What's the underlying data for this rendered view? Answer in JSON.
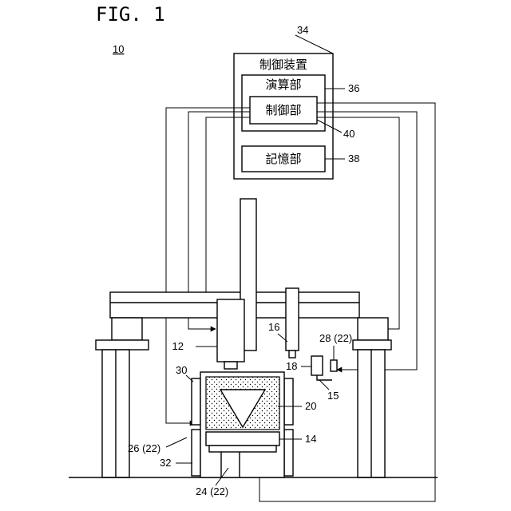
{
  "figure_title": "FIG. 1",
  "system_ref": "10",
  "controller": {
    "label": "制御装置",
    "ref": "34",
    "compute_unit": {
      "label": "演算部",
      "ref": "36"
    },
    "control_unit": {
      "label": "制御部",
      "ref": "40"
    },
    "storage_unit": {
      "label": "記憶部",
      "ref": "38"
    }
  },
  "refs": {
    "r12": "12",
    "r14": "14",
    "r15": "15",
    "r16": "16",
    "r18": "18",
    "r20": "20",
    "r24": "24 (22)",
    "r26": "26 (22)",
    "r28": "28 (22)",
    "r30": "30",
    "r32": "32"
  }
}
